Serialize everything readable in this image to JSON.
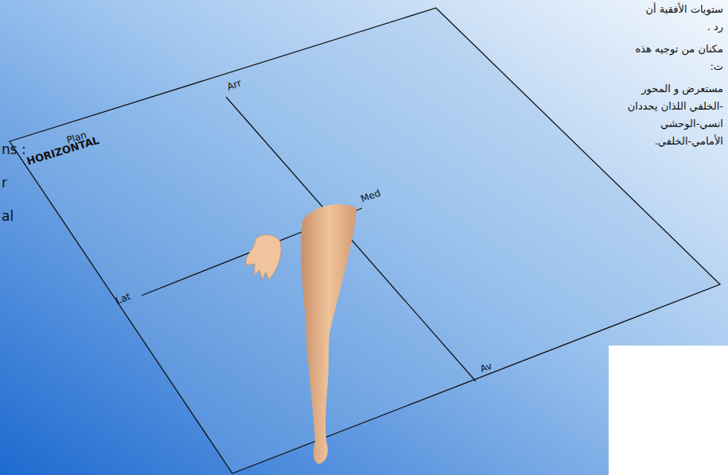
{
  "diagram": {
    "labels": [
      "Plan",
      "HORIZONTAL",
      "Arr",
      "Med",
      "Lat",
      "Av",
      "ns :",
      "r",
      "al",
      "ستويات الأفقية أن",
      "رد .",
      "مكنان من توجيه هذه",
      "ت:",
      "مستعرض و المحور",
      "-الخلفي اللذان يحددان",
      "انسي-الوحشي",
      "الأمامي-الخلفي."
    ]
  }
}
